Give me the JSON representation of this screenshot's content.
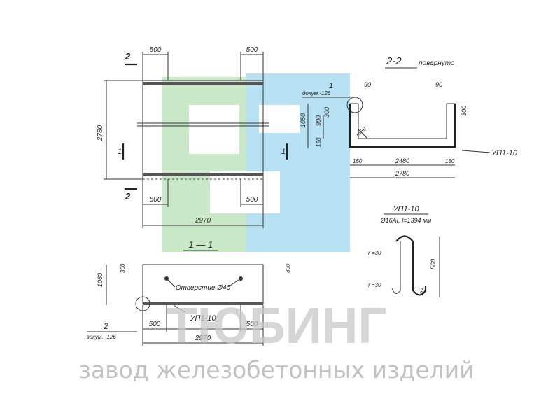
{
  "plan": {
    "section_2": "2",
    "section_1": "1",
    "dim_top_left": "500",
    "dim_top_right": "500",
    "dim_height": "2780",
    "dim_bot_left": "500",
    "dim_bot_right": "500",
    "dim_width": "2970"
  },
  "section_2_2": {
    "title": "2-2",
    "subtitle": "повернуто",
    "callout_num": "1",
    "callout_doc": "докум.-126",
    "dim_90_left": "90",
    "dim_90_right": "90",
    "dim_300_left": "300",
    "dim_300_right": "300",
    "dim_900": "900",
    "dim_1050": "1050",
    "dim_150_v": "150",
    "dim_r50": "r=50",
    "dim_150_l": "150",
    "dim_2480": "2480",
    "dim_150_r": "150",
    "dim_2780": "2780",
    "rebar_label": "УП1-10"
  },
  "rebar_detail": {
    "title": "УП1-10",
    "spec": "Ø16AI, l=1394 мм",
    "r_top": "r =30",
    "r_bot": "r =30",
    "dim_560": "560",
    "dim_50": "50"
  },
  "section_1_1": {
    "title": "1 — 1",
    "dim_1060": "1060",
    "dim_300_left": "300",
    "dim_300_right": "300",
    "hole_label": "Отверстие Ø40",
    "rebar_label": "УП1-10",
    "dim_500_left": "500",
    "dim_500_right": "500",
    "dim_2970": "2970",
    "callout_num": "2",
    "callout_doc": "зокум. -126"
  },
  "watermark": {
    "brand": "ТЮБИНГ",
    "tagline": "завод железобетонных изделий",
    "logo_green": "#c8e8c8",
    "logo_blue": "#b8e2f4"
  }
}
